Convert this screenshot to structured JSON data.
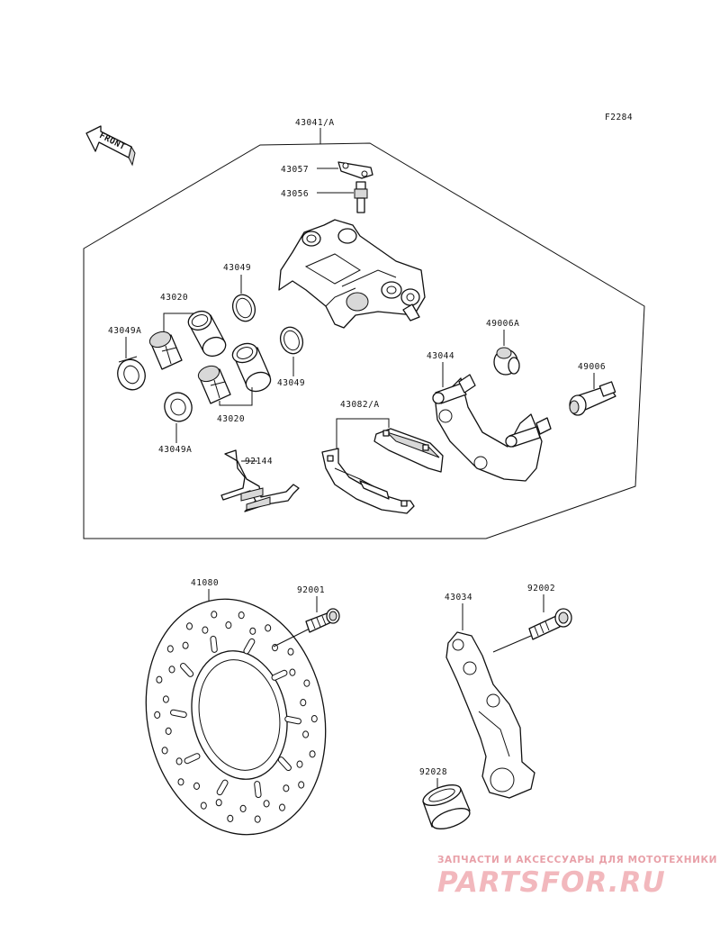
{
  "figure_code": "F2284",
  "direction_label": "FRONT",
  "parts": {
    "caliper_assembly": "43041/A",
    "bleeder_cap": "43057",
    "bleeder_valve": "43056",
    "piston_seal_upper": "43049",
    "piston_set_upper": "43020",
    "dust_seal_left": "43049A",
    "piston_seal_mid": "43049",
    "piston_set_lower": "43020",
    "dust_seal_lower": "43049A",
    "anti_rattle_spring": "92144",
    "brake_pad_set": "43082/A",
    "caliper_bracket": "43044",
    "boot": "49006A",
    "slide_pin_boot": "49006",
    "brake_disc": "41080",
    "disc_bolt": "92001",
    "torque_link": "43034",
    "torque_link_bolt": "92002",
    "collar": "92028"
  },
  "watermark": {
    "caption": "ЗАПЧАСТИ И АКСЕССУАРЫ ДЛЯ МОТОТЕХНИКИ",
    "logo_text": "PARTSFOR.RU",
    "color": "#f2b8bd"
  }
}
